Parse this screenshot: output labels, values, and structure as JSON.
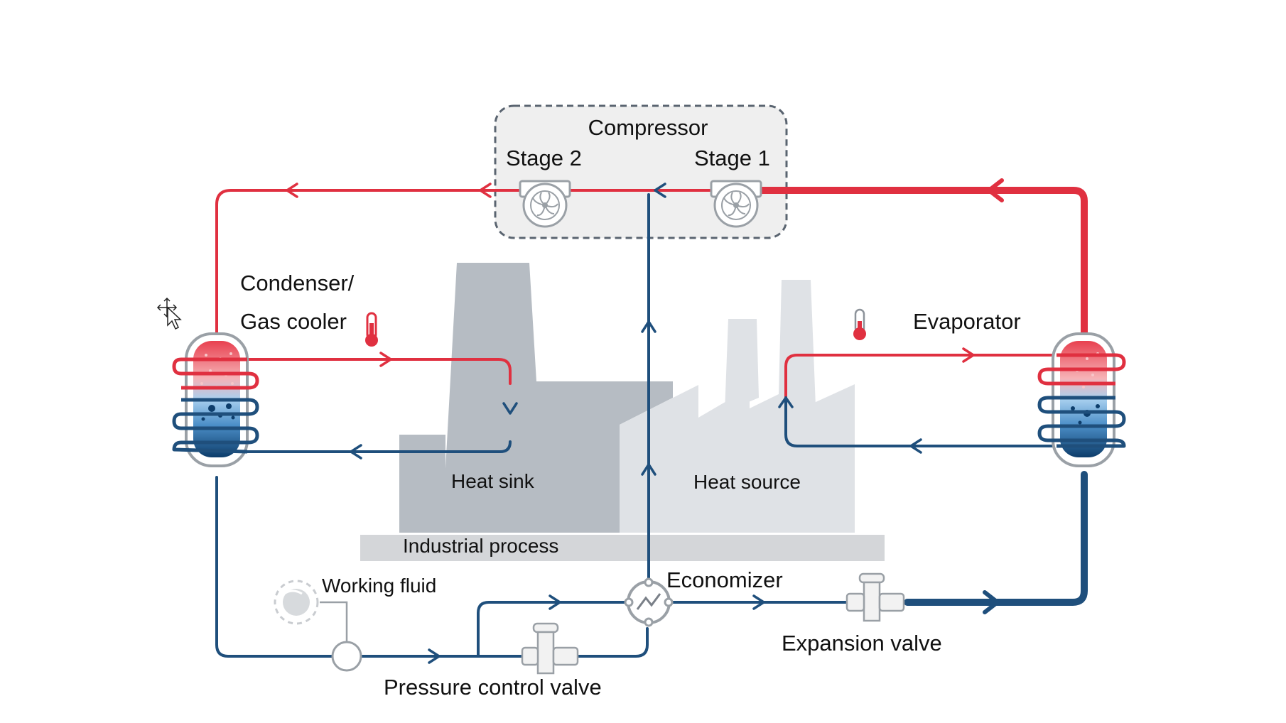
{
  "colors": {
    "hot": "#e03040",
    "cold": "#1f4f7c",
    "sink": "#b6bcc3",
    "source": "#dfe2e6",
    "base": "#d4d6d9",
    "compressor_box": "#efefef"
  },
  "compressor": {
    "title": "Compressor",
    "stage_2": "Stage 2",
    "stage_1": "Stage 1"
  },
  "condenser": {
    "line1": "Condenser/",
    "line2": "Gas cooler"
  },
  "evaporator": {
    "label": "Evaporator"
  },
  "heat_sink": {
    "label": "Heat sink"
  },
  "heat_source": {
    "label": "Heat source"
  },
  "industrial_process": {
    "label": "Industrial process"
  },
  "economizer": {
    "label": "Economizer"
  },
  "working_fluid": {
    "label": "Working fluid"
  },
  "expansion_valve": {
    "label": "Expansion valve"
  },
  "pressure_control_valve": {
    "label": "Pressure control valve"
  },
  "icons": [
    "thermometer-icon",
    "fan-icon",
    "valve-icon",
    "heat-exchanger-icon",
    "move-cursor-icon"
  ]
}
